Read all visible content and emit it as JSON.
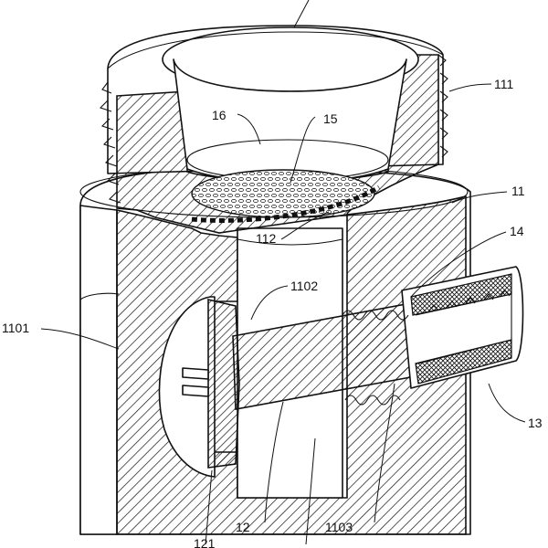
{
  "figure": {
    "labels": {
      "l16": "16",
      "l15": "15",
      "l111": "111",
      "l11": "11",
      "l14": "14",
      "l112": "112",
      "l1102": "1102",
      "l1101": "1101",
      "l13": "13",
      "l12": "12",
      "l1103": "1103",
      "l121": "121"
    }
  }
}
